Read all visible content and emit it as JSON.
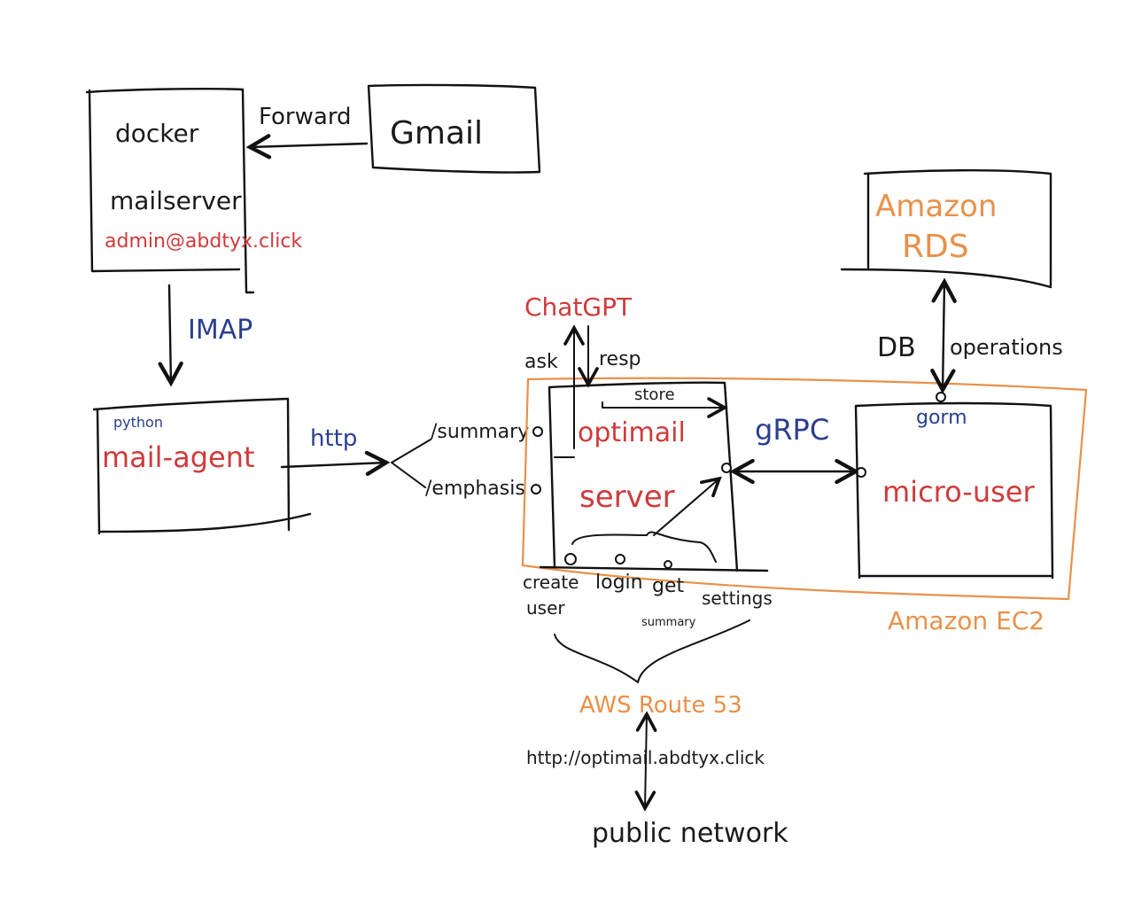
{
  "colors": {
    "ink": "#111111",
    "red": "#cf3b3b",
    "blue": "#2a3f8f",
    "orange": "#e8914a"
  },
  "nodes": {
    "docker": "docker",
    "mailserver": "mailserver",
    "admin_email": "admin@abdtyx.click",
    "gmail": "Gmail",
    "mail_agent_lang": "python",
    "mail_agent": "mail-agent",
    "chatgpt": "ChatGPT",
    "optimail": "optimail",
    "server": "server",
    "gorm": "gorm",
    "micro_user": "micro-user",
    "amazon_rds_line1": "Amazon",
    "amazon_rds_line2": "RDS",
    "amazon_ec2": "Amazon EC2",
    "aws_route53": "AWS Route 53",
    "url": "http://optimail.abdtyx.click",
    "public_network": "public network"
  },
  "edges": {
    "forward": "Forward",
    "imap": "IMAP",
    "http": "http",
    "summary": "/summary",
    "emphasis": "/emphasis",
    "ask": "ask",
    "resp": "resp",
    "store": "store",
    "grpc": "gRPC",
    "db": "DB",
    "operations": "operations"
  },
  "endpoints": {
    "create_user_1": "create",
    "create_user_2": "user",
    "login": "login",
    "get_summary_1": "get",
    "get_summary_2": "summary",
    "settings": "settings"
  }
}
